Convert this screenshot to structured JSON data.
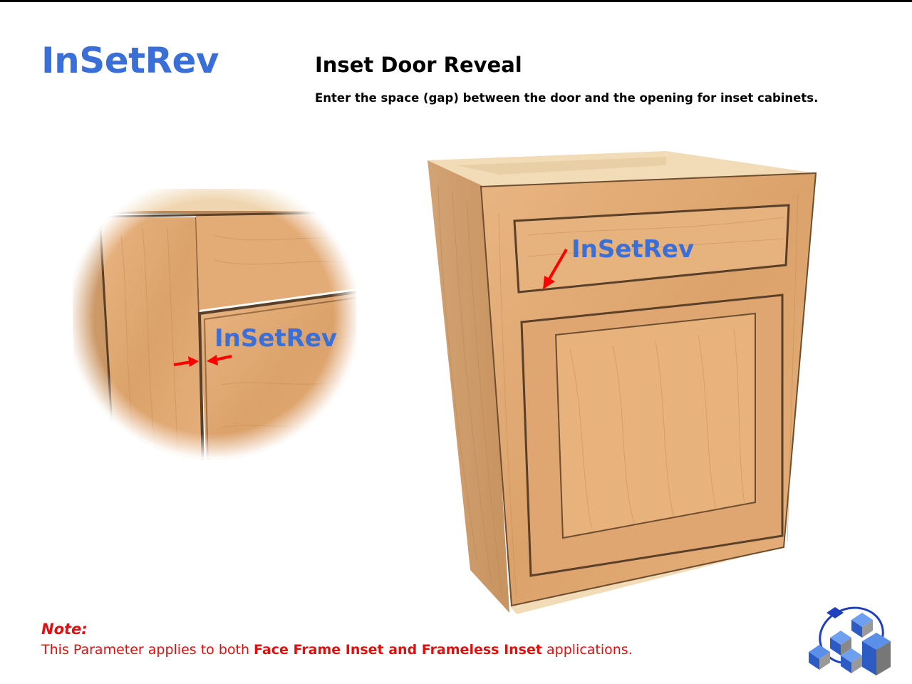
{
  "param_title": "InSetRev",
  "heading": "Inset Door Reveal",
  "description": "Enter the space (gap) between the door and the opening for inset cabinets.",
  "zoom_label": "InSetRev",
  "cabinet_label": "InSetRev",
  "note": {
    "label": "Note:",
    "prefix": "This Parameter applies to both",
    "emphasis": "Face Frame Inset and Frameless Inset",
    "suffix": "applications."
  },
  "colors": {
    "title_blue": "#3a6fd8",
    "note_red": "#e01010",
    "arrow_red": "#ff0000",
    "wood": "#e0a874",
    "wood_dark": "#c98e5a",
    "edge": "#5a4028"
  },
  "icons": [
    "arrow-icon",
    "logo-cubes-icon"
  ]
}
